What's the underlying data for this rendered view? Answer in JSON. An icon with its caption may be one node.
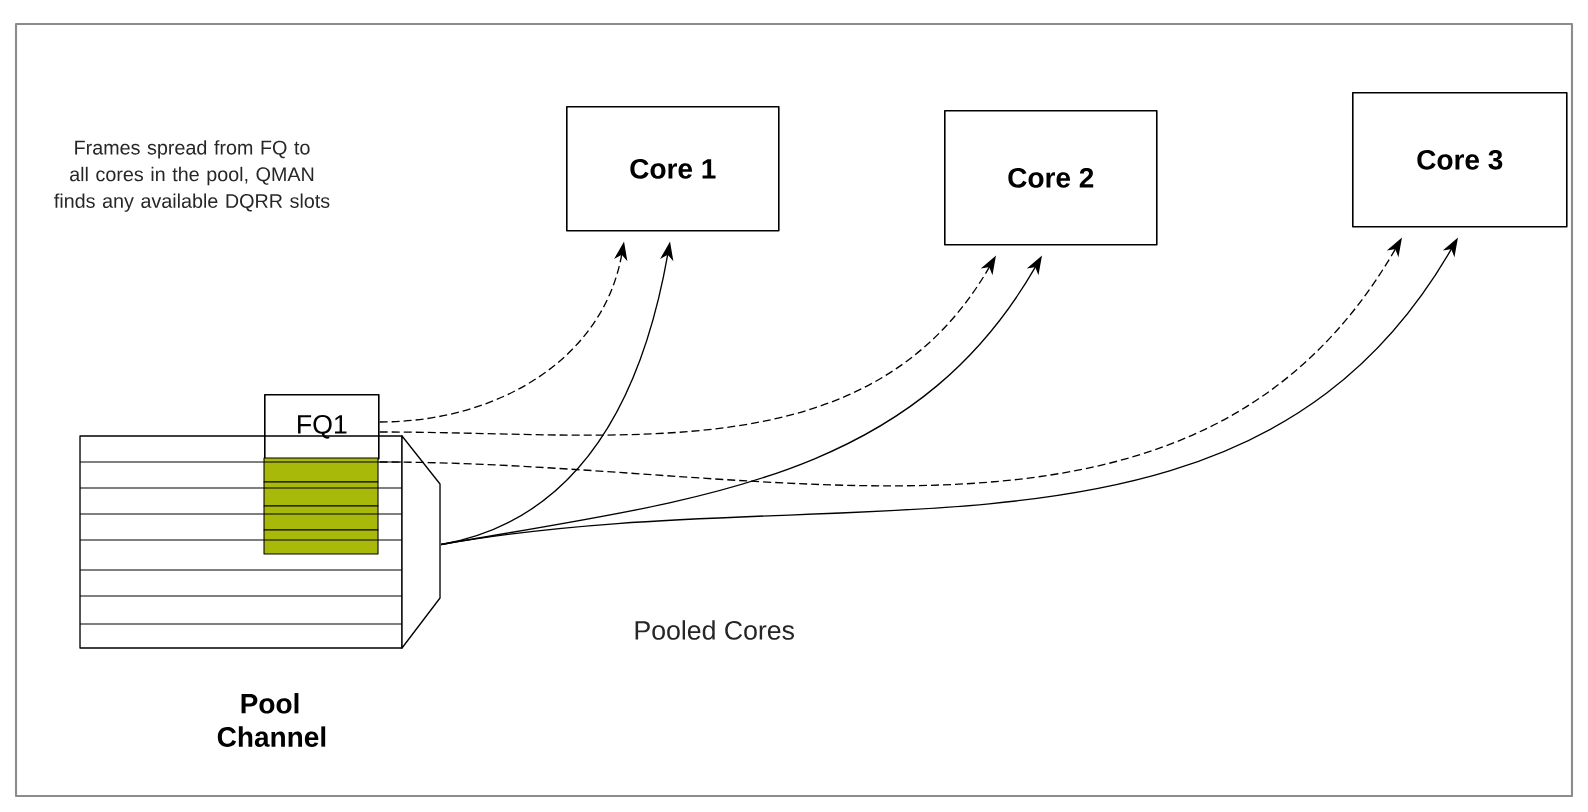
{
  "diagram": {
    "nodes": [
      {
        "text": [
          "FQ1"
        ]
      },
      {
        "text": [
          "Pool Channel"
        ]
      },
      {
        "text": [
          "Core 1"
        ]
      },
      {
        "text": [
          "Core 2"
        ]
      },
      {
        "text": [
          "Core 3"
        ]
      }
    ],
    "edges": [
      {
        "from": 0,
        "to": 2,
        "arrow": "to",
        "style": "dashed"
      },
      {
        "from": 0,
        "to": 3,
        "arrow": "to",
        "style": "dashed"
      },
      {
        "from": 0,
        "to": 4,
        "arrow": "to",
        "style": "dashed"
      },
      {
        "from": 1,
        "to": 2,
        "arrow": "to"
      },
      {
        "from": 1,
        "to": 3,
        "arrow": "to"
      },
      {
        "from": 1,
        "to": 4,
        "arrow": "to"
      }
    ],
    "labels": [
      "Frames spread from FQ to all cores in the pool, QMAN finds any available DQRR slots",
      "Pooled Cores"
    ]
  }
}
